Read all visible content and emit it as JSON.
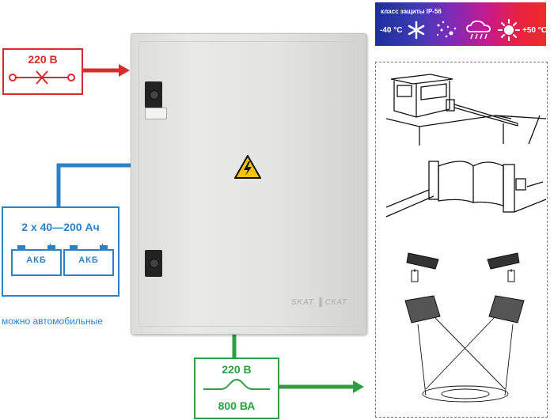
{
  "input": {
    "voltage": "220 В",
    "color": "#d92b2b"
  },
  "cabinet": {
    "brand": "SKAT ▐ СКАТ",
    "color": "#e3e3e1"
  },
  "battery": {
    "capacity": "2 х 40—200 Ач",
    "cells": [
      "АКБ",
      "АКБ"
    ],
    "minus": "−",
    "plus": "+",
    "note": "можно автомобильные",
    "color": "#2a83c8"
  },
  "output": {
    "voltage": "220 В",
    "power": "800 ВА",
    "color": "#2d9e44"
  },
  "protection": {
    "title": "класс защиты IP-56",
    "temp_min": "-40 °C",
    "temp_max": "+50 °C"
  },
  "applications": [
    "guard-booth-barrier-icon",
    "gate-icon",
    "cctv-cameras-icon",
    "floodlights-icon"
  ]
}
